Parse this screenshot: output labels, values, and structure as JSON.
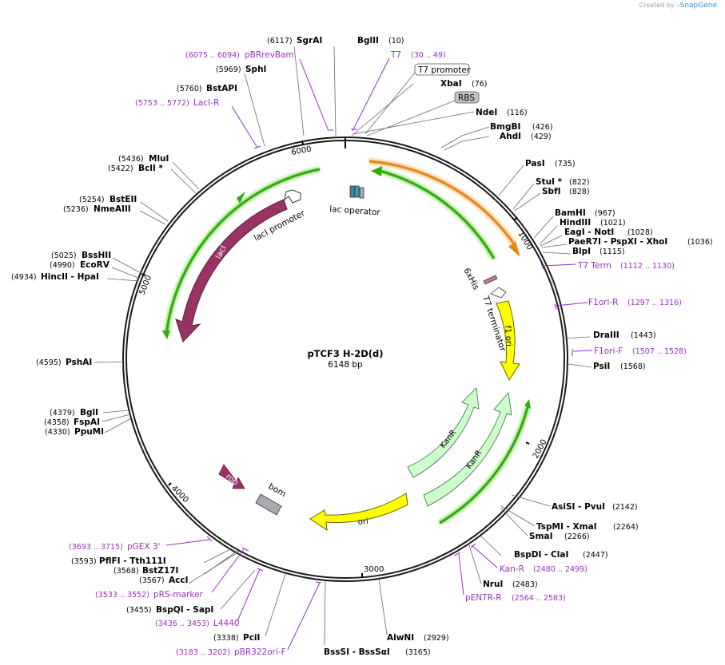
{
  "credit": {
    "prefix": "Created by",
    "brand": "SnapGene"
  },
  "plasmid": {
    "name": "pTCF3 H-2D(d)",
    "length": "6148 bp",
    "bp": 6148
  },
  "ticks": [
    "1000",
    "2000",
    "3000",
    "4000",
    "5000",
    "6000"
  ],
  "enzymes": [
    {
      "name": "SgrAI",
      "pos": "(6117)"
    },
    {
      "name": "BglII",
      "pos": "(10)"
    },
    {
      "name": "SphI",
      "pos": "(5969)"
    },
    {
      "name": "XbaI",
      "pos": "(76)"
    },
    {
      "name": "BstAPI",
      "pos": "(5760)"
    },
    {
      "name": "NdeI",
      "pos": "(116)"
    },
    {
      "name": "BmgBI",
      "pos": "(426)"
    },
    {
      "name": "AhdI",
      "pos": "(429)"
    },
    {
      "name": "MluI",
      "pos": "(5436)"
    },
    {
      "name": "BclI *",
      "pos": "(5422)"
    },
    {
      "name": "PasI",
      "pos": "(735)"
    },
    {
      "name": "StuI *",
      "pos": "(822)"
    },
    {
      "name": "SbfI",
      "pos": "(828)"
    },
    {
      "name": "BstEII",
      "pos": "(5254)"
    },
    {
      "name": "NmeAIII",
      "pos": "(5236)"
    },
    {
      "name": "BamHI",
      "pos": "(967)"
    },
    {
      "name": "HindIII",
      "pos": "(1021)"
    },
    {
      "name": "EagI  - NotI",
      "pos": "(1028)"
    },
    {
      "name": "PaeR7I  - PspXI  - XhoI",
      "pos": "(1036)"
    },
    {
      "name": "BlpI",
      "pos": "(1115)"
    },
    {
      "name": "BssHII",
      "pos": "(5025)"
    },
    {
      "name": "EcoRV",
      "pos": "(4990)"
    },
    {
      "name": "HincII  - HpaI",
      "pos": "(4934)"
    },
    {
      "name": "DraIII",
      "pos": "(1443)"
    },
    {
      "name": "PsiI",
      "pos": "(1568)"
    },
    {
      "name": "PshAI",
      "pos": "(4595)"
    },
    {
      "name": "BglI",
      "pos": "(4379)"
    },
    {
      "name": "FspAI",
      "pos": "(4358)"
    },
    {
      "name": "PpuMI",
      "pos": "(4330)"
    },
    {
      "name": "AsiSI  - PvuI",
      "pos": "(2142)"
    },
    {
      "name": "TspMI  - XmaI",
      "pos": "(2264)"
    },
    {
      "name": "SmaI",
      "pos": "(2266)"
    },
    {
      "name": "BspDI  - ClaI",
      "pos": "(2447)"
    },
    {
      "name": "NruI",
      "pos": "(2483)"
    },
    {
      "name": "PflFI  - Tth111I",
      "pos": "(3593)"
    },
    {
      "name": "BstZ17I",
      "pos": "(3568)"
    },
    {
      "name": "AccI",
      "pos": "(3567)"
    },
    {
      "name": "BspQI  - SapI",
      "pos": "(3455)"
    },
    {
      "name": "PciI",
      "pos": "(3338)"
    },
    {
      "name": "AlwNI",
      "pos": "(2929)"
    },
    {
      "name": "BssSI  - BssSαI",
      "pos": "(3165)"
    }
  ],
  "primers": [
    {
      "name": "pBRrevBam",
      "pos": "(6075 .. 6094)"
    },
    {
      "name": "T7",
      "pos": "(30 .. 49)"
    },
    {
      "name": "LacI-R",
      "pos": "(5753 .. 5772)"
    },
    {
      "name": "T7 Term",
      "pos": "(1112 .. 1130)"
    },
    {
      "name": "F1ori-R",
      "pos": "(1297 .. 1316)"
    },
    {
      "name": "F1ori-F",
      "pos": "(1507 .. 1528)"
    },
    {
      "name": "Kan-R",
      "pos": "(2480 .. 2499)"
    },
    {
      "name": "pENTR-R",
      "pos": "(2564 .. 2583)"
    },
    {
      "name": "pGEX 3'",
      "pos": "(3693 .. 3715)"
    },
    {
      "name": "pRS-marker",
      "pos": "(3533 .. 3552)"
    },
    {
      "name": "L4440",
      "pos": "(3436 .. 3453)"
    },
    {
      "name": "pBR322ori-F",
      "pos": "(3183 .. 3202)"
    }
  ],
  "features": {
    "t7_promoter": "T7 promoter",
    "rbs": "RBS",
    "lac_operator": "lac operator",
    "laci_promoter": "lacI promoter",
    "laci": "lacI",
    "his": "6xHis",
    "t7_terminator": "T7 terminator",
    "f1_ori": "f1 ori",
    "kanr1": "KanR",
    "kanr2": "KanR",
    "ori": "ori",
    "rop": "rop",
    "bom": "bom"
  },
  "colors": {
    "enzyme_text": "#000000",
    "primer": "#9a2fc6",
    "backbone": "#1a1a1a",
    "laci": "#993366",
    "f1_ori": "#ffff00",
    "kanr": "#ccffcc",
    "orf_green": "#33aa11",
    "orf_orange": "#e08a18",
    "bom": "#a7aaae",
    "rbs": "#c0c4ca"
  }
}
